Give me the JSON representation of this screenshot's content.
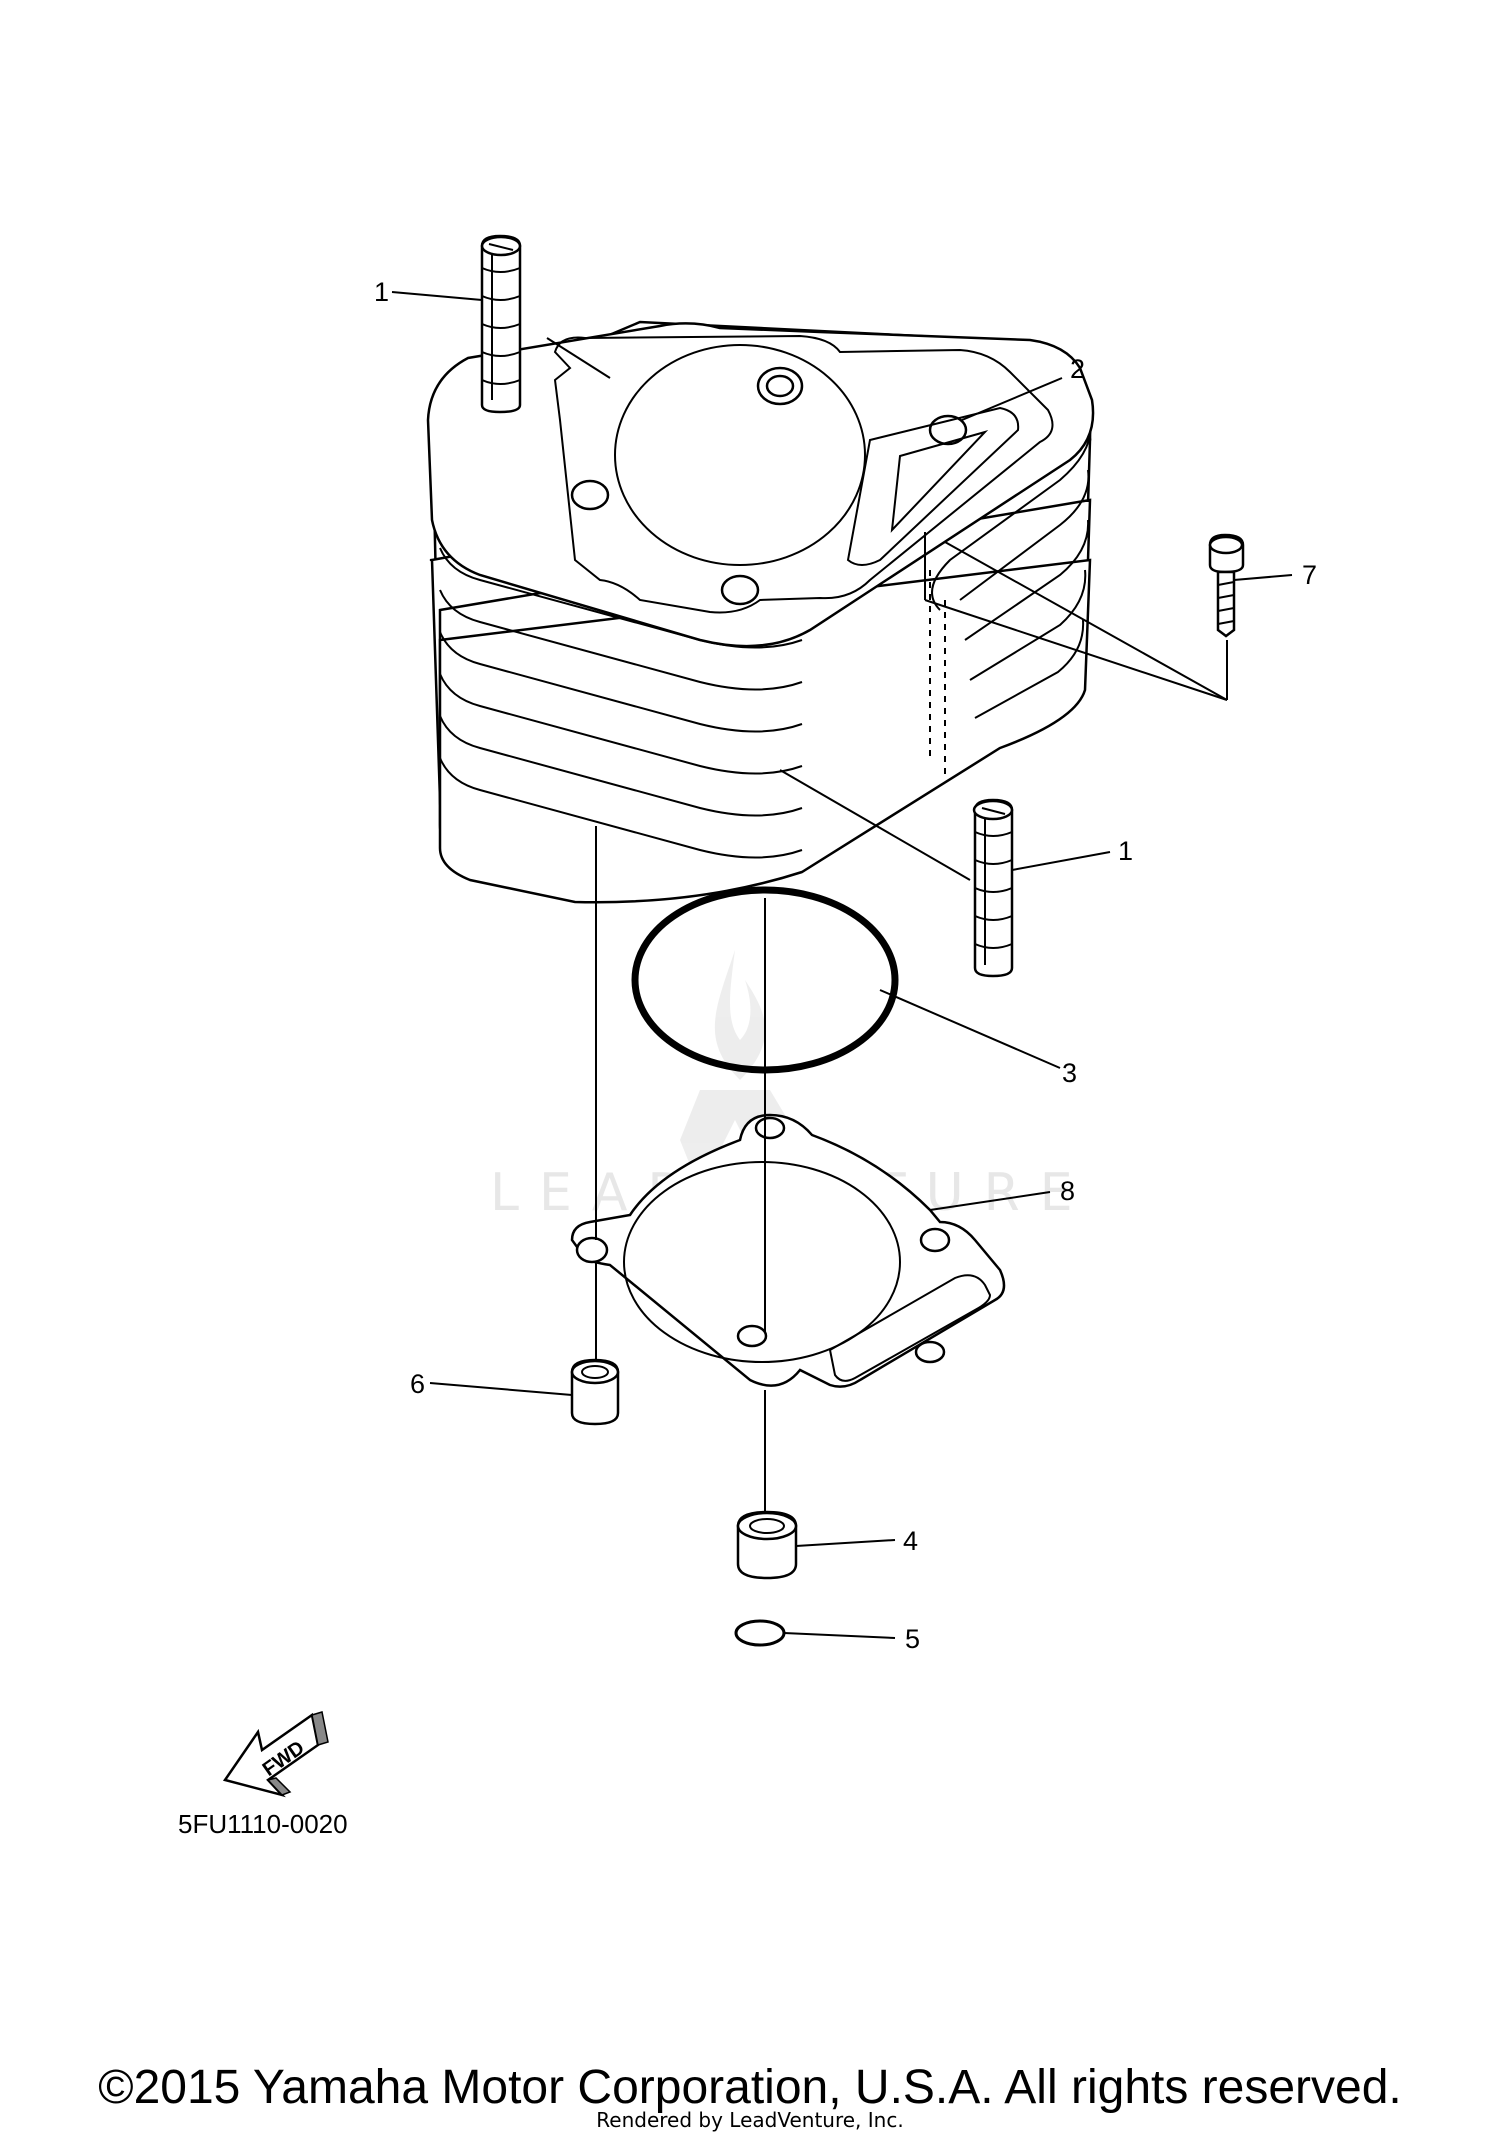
{
  "callouts": {
    "c1a": "1",
    "c2": "2",
    "c7": "7",
    "c1b": "1",
    "c3": "3",
    "c8": "8",
    "c6": "6",
    "c4": "4",
    "c5": "5"
  },
  "fwd_label": "FWD",
  "diagram_code": "5FU1110-0020",
  "watermark": "LEADVENTURE",
  "copyright": "©2015 Yamaha Motor Corporation, U.S.A. All rights reserved.",
  "rendered_by": "Rendered by LeadVenture, Inc."
}
